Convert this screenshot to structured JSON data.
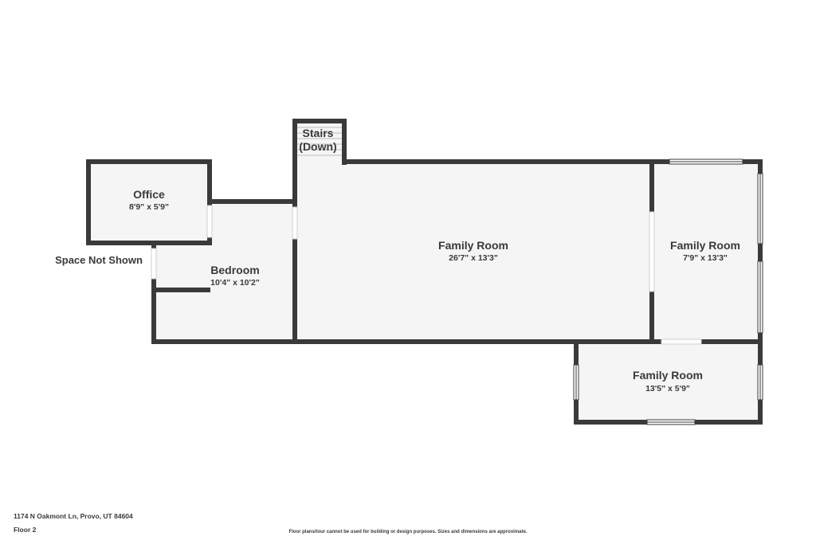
{
  "rooms": {
    "stairs": {
      "name_line1": "Stairs",
      "name_line2": "(Down)"
    },
    "office": {
      "name": "Office",
      "dims": "8'9\" x 5'9\""
    },
    "bedroom": {
      "name": "Bedroom",
      "dims": "10'4\" x 10'2\""
    },
    "family_room_main": {
      "name": "Family Room",
      "dims": "26'7\" x 13'3\""
    },
    "family_room_east": {
      "name": "Family Room",
      "dims": "7'9\" x 13'3\""
    },
    "family_room_south": {
      "name": "Family Room",
      "dims": "13'5\" x 5'9\""
    }
  },
  "space_not_shown": "Space Not Shown",
  "footer": {
    "address": "1174 N Oakmont Ln, Provo, UT 84604",
    "floor": "Floor 2",
    "disclaimer": "Floor plans/tour cannot be used for building or design purposes. Sizes and dimensions are approximate."
  },
  "colors": {
    "wall": "#3a3a3a",
    "floor": "#f5f5f5",
    "background": "#ffffff"
  }
}
